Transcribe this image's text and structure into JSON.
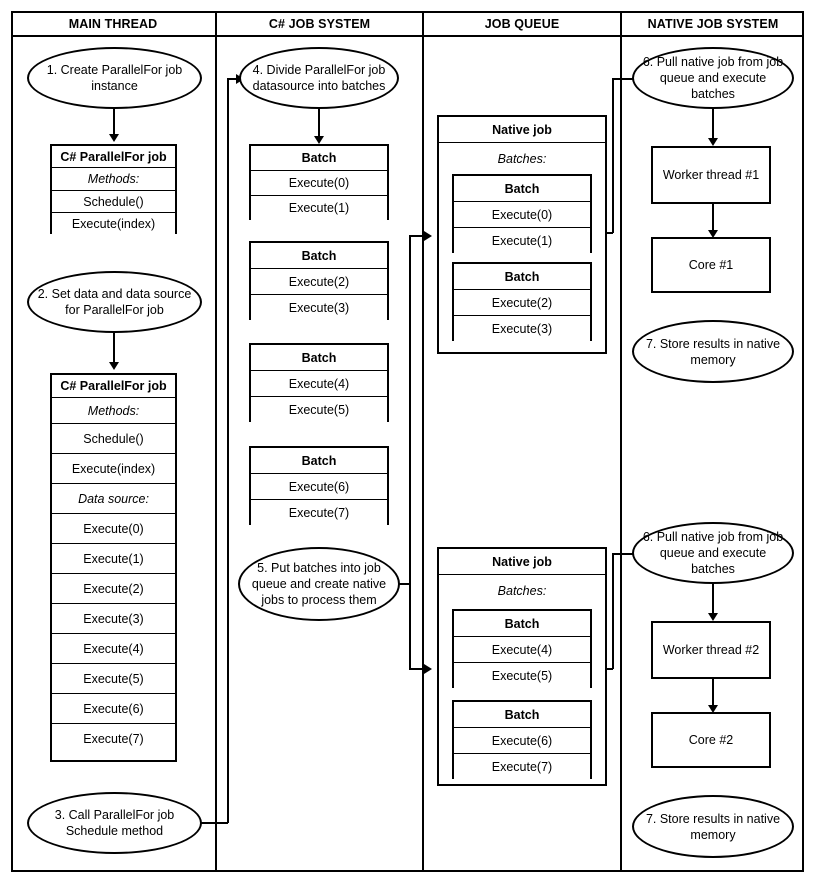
{
  "diagram": {
    "title": "Unity ParallelFor job system flow",
    "lanes": [
      {
        "id": "main-thread",
        "label": "MAIN THREAD"
      },
      {
        "id": "csharp-job-system",
        "label": "C# JOB SYSTEM"
      },
      {
        "id": "job-queue",
        "label": "JOB QUEUE"
      },
      {
        "id": "native-job-system",
        "label": "NATIVE JOB SYSTEM"
      }
    ]
  },
  "main_thread": {
    "step1": "1. Create ParallelFor job instance",
    "step2": "2. Set data and data source for ParallelFor job",
    "step3": "3. Call ParallelFor job Schedule method",
    "job_table_1": {
      "header": "C# ParallelFor job",
      "methods_label": "Methods:",
      "methods": [
        "Schedule()",
        "Execute(index)"
      ]
    },
    "job_table_2": {
      "header": "C# ParallelFor job",
      "methods_label": "Methods:",
      "methods": [
        "Schedule()",
        "Execute(index)"
      ],
      "data_source_label": "Data source:",
      "data_source": [
        "Execute(0)",
        "Execute(1)",
        "Execute(2)",
        "Execute(3)",
        "Execute(4)",
        "Execute(5)",
        "Execute(6)",
        "Execute(7)"
      ]
    }
  },
  "csharp_job_system": {
    "step4": "4. Divide ParallelFor job datasource into batches",
    "step5": "5. Put batches into job queue and create native jobs to process them",
    "batches": [
      {
        "header": "Batch",
        "items": [
          "Execute(0)",
          "Execute(1)"
        ]
      },
      {
        "header": "Batch",
        "items": [
          "Execute(2)",
          "Execute(3)"
        ]
      },
      {
        "header": "Batch",
        "items": [
          "Execute(4)",
          "Execute(5)"
        ]
      },
      {
        "header": "Batch",
        "items": [
          "Execute(6)",
          "Execute(7)"
        ]
      }
    ]
  },
  "job_queue": {
    "native_jobs": [
      {
        "header": "Native job",
        "batches_label": "Batches:",
        "batches": [
          {
            "header": "Batch",
            "items": [
              "Execute(0)",
              "Execute(1)"
            ]
          },
          {
            "header": "Batch",
            "items": [
              "Execute(2)",
              "Execute(3)"
            ]
          }
        ]
      },
      {
        "header": "Native job",
        "batches_label": "Batches:",
        "batches": [
          {
            "header": "Batch",
            "items": [
              "Execute(4)",
              "Execute(5)"
            ]
          },
          {
            "header": "Batch",
            "items": [
              "Execute(6)",
              "Execute(7)"
            ]
          }
        ]
      }
    ]
  },
  "native_job_system": {
    "workers": [
      {
        "step6": "6. Pull native job from job queue and execute batches",
        "worker": "Worker thread #1",
        "core": "Core #1",
        "step7": "7. Store results in native memory"
      },
      {
        "step6": "6. Pull native job from job queue and execute batches",
        "worker": "Worker thread #2",
        "core": "Core #2",
        "step7": "7. Store results in native memory"
      }
    ]
  },
  "colors": {
    "stroke": "#000000",
    "background": "#ffffff",
    "shadow": "#9a9a9a"
  }
}
